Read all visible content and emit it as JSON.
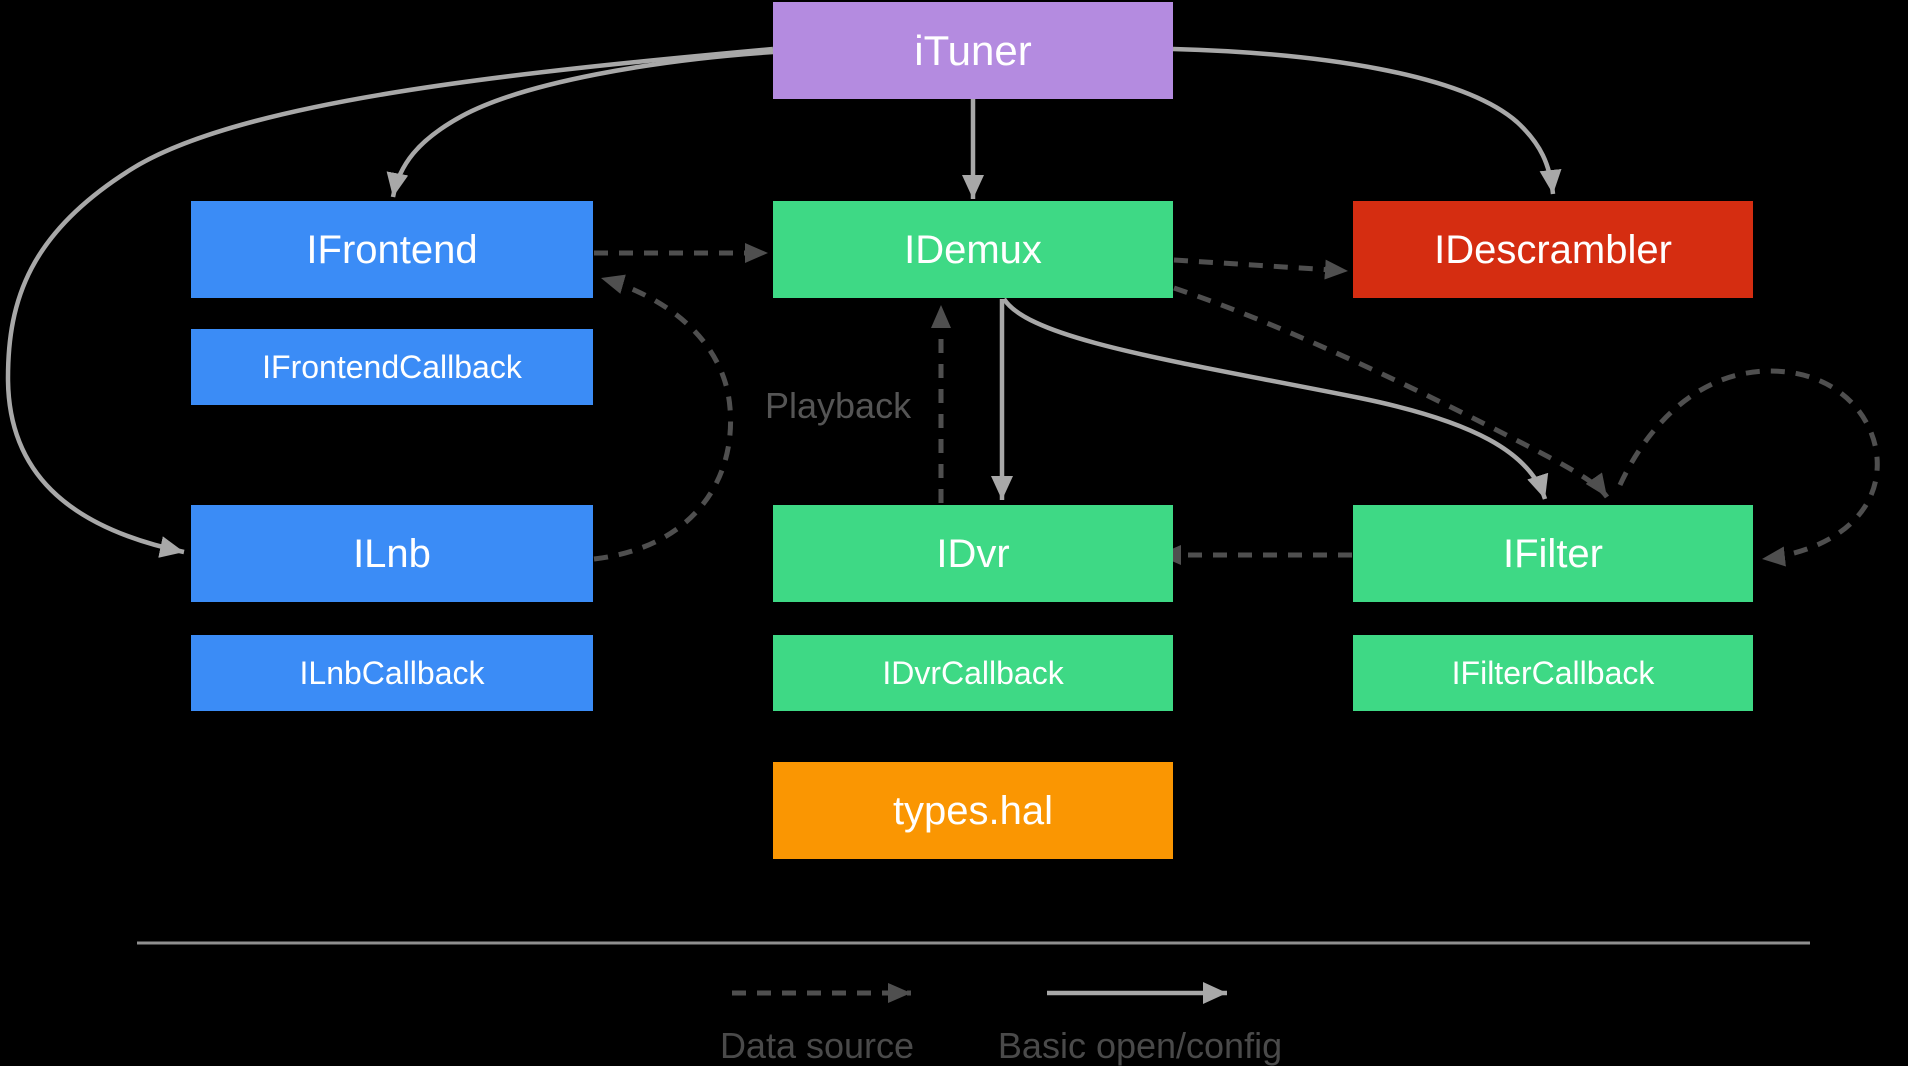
{
  "diagram": {
    "title_context": "Tuner HAL interface diagram",
    "background": "#000000",
    "nodes": {
      "ituner": {
        "label": "iTuner",
        "color": "#b48be0"
      },
      "ifrontend": {
        "label": "IFrontend",
        "color": "#3b8cf6"
      },
      "ifrontend_callback": {
        "label": "IFrontendCallback",
        "color": "#3b8cf6"
      },
      "idemux": {
        "label": "IDemux",
        "color": "#3ed985"
      },
      "idescrambler": {
        "label": "IDescrambler",
        "color": "#d52d11"
      },
      "ilnb": {
        "label": "ILnb",
        "color": "#3b8cf6"
      },
      "ilnb_callback": {
        "label": "ILnbCallback",
        "color": "#3b8cf6"
      },
      "idvr": {
        "label": "IDvr",
        "color": "#3ed985"
      },
      "idvr_callback": {
        "label": "IDvrCallback",
        "color": "#3ed985"
      },
      "ifilter": {
        "label": "IFilter",
        "color": "#3ed985"
      },
      "ifilter_callback": {
        "label": "IFilterCallback",
        "color": "#3ed985"
      },
      "types_hal": {
        "label": "types.hal",
        "color": "#fa9602"
      }
    },
    "annotations": {
      "playback": "Playback"
    },
    "legend": {
      "data_source": "Data source",
      "basic_open_config": "Basic open/config"
    },
    "edges": [
      {
        "from": "iTuner",
        "to": "IFrontend",
        "type": "basic-open-config"
      },
      {
        "from": "iTuner",
        "to": "IDemux",
        "type": "basic-open-config"
      },
      {
        "from": "iTuner",
        "to": "IDescrambler",
        "type": "basic-open-config"
      },
      {
        "from": "iTuner",
        "to": "ILnb",
        "type": "basic-open-config"
      },
      {
        "from": "IFrontend",
        "to": "IDemux",
        "type": "data-source"
      },
      {
        "from": "IDemux",
        "to": "IDescrambler",
        "type": "data-source"
      },
      {
        "from": "ILnb",
        "to": "IFrontend",
        "type": "data-source"
      },
      {
        "from": "IDemux",
        "to": "IDvr",
        "type": "basic-open-config"
      },
      {
        "from": "IDvr",
        "to": "IDemux",
        "type": "data-source",
        "label": "Playback"
      },
      {
        "from": "IDemux",
        "to": "IFilter",
        "type": "basic-open-config"
      },
      {
        "from": "IDemux",
        "to": "IFilter",
        "type": "data-source"
      },
      {
        "from": "IFilter",
        "to": "IFilter",
        "type": "data-source"
      },
      {
        "from": "IFilter",
        "to": "IDvr",
        "type": "data-source"
      }
    ],
    "colors": {
      "solid_arrow": "#a8a8a8",
      "dashed_arrow": "#4f4f4f",
      "divider": "#8f8f8f",
      "annotation_text": "#555555",
      "legend_text": "#4a4a4a",
      "box_text": "#ffffff"
    }
  }
}
